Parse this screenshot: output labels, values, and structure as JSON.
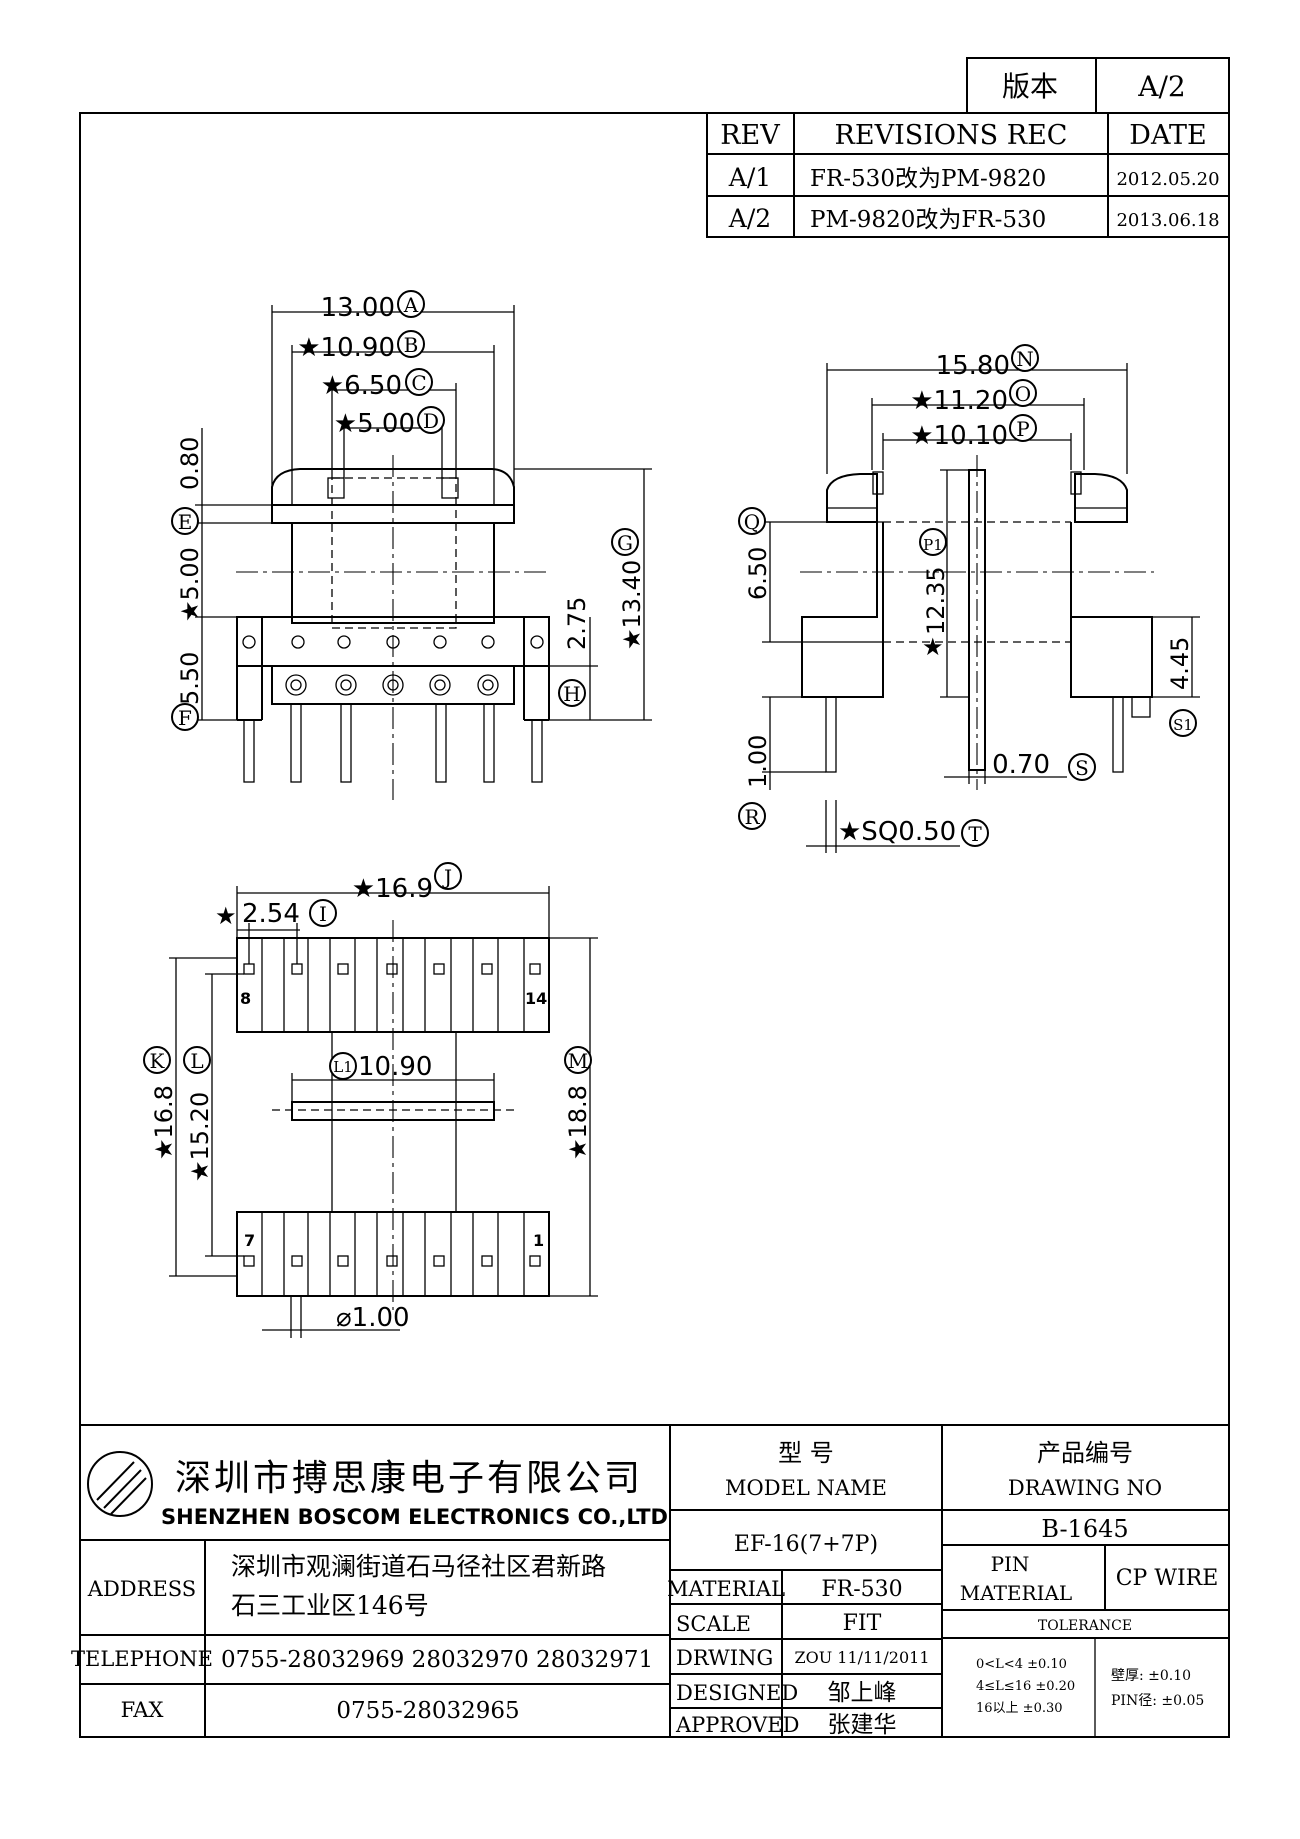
{
  "version_box": {
    "label": "版本",
    "value": "A/2"
  },
  "revisions": {
    "headers": [
      "REV",
      "REVISIONS REC",
      "DATE"
    ],
    "rows": [
      {
        "rev": "A/1",
        "rec": "FR-530改为PM-9820",
        "date": "2012.05.20"
      },
      {
        "rev": "A/2",
        "rec": "PM-9820改为FR-530",
        "date": "2013.06.18"
      }
    ]
  },
  "front_view": {
    "dims": {
      "A": "13.00",
      "B": "★10.90",
      "C": "★6.50",
      "D": "★5.00",
      "E_val": "0.80",
      "E_star": "★5.00",
      "F_val": "5.50",
      "G": "★13.40",
      "H": "2.75"
    },
    "labels": [
      "A",
      "B",
      "C",
      "D",
      "E",
      "F",
      "G",
      "H"
    ]
  },
  "side_view": {
    "dims": {
      "N": "15.80",
      "O": "★11.20",
      "P": "★10.10",
      "Q": "6.50",
      "P1": "12.35",
      "P1_star": "★",
      "S1": "4.45",
      "S": "0.70",
      "R": "1.00",
      "T": "★SQ0.50"
    },
    "labels": [
      "N",
      "O",
      "P",
      "Q",
      "P1",
      "S1",
      "S",
      "R",
      "T"
    ]
  },
  "bottom_view": {
    "dims": {
      "J": "★16.9",
      "I": "2.54",
      "I_star": "★",
      "L1": "10.90",
      "K": "★16.8",
      "L": "★15.20",
      "M": "★18.8",
      "dia": "⌀1.00"
    },
    "pin_numbers": {
      "tl": "8",
      "tr": "14",
      "bl": "7",
      "br": "1"
    },
    "labels": [
      "J",
      "I",
      "L1",
      "K",
      "L",
      "M"
    ]
  },
  "title_block": {
    "company_cn": "深圳市搏思康电子有限公司",
    "company_en": "SHENZHEN BOSCOM ELECTRONICS CO.,LTD",
    "model_cn": "型    号",
    "model_en": "MODEL NAME",
    "model_value": "EF-16(7+7P)",
    "drawing_cn": "产品编号",
    "drawing_en": "DRAWING NO",
    "drawing_value": "B-1645",
    "address_label": "ADDRESS",
    "address_line1": "深圳市观澜街道石马径社区君新路",
    "address_line2": "石三工业区146号",
    "telephone_label": "TELEPHONE",
    "telephone_value": "0755-28032969 28032970 28032971",
    "fax_label": "FAX",
    "fax_value": "0755-28032965",
    "material_label": "MATERIAL",
    "material_value": "FR-530",
    "scale_label": "SCALE",
    "scale_value": "FIT",
    "drwing_label": "DRWING",
    "drwing_value": "ZOU 11/11/2011",
    "designed_label": "DESIGNED",
    "designed_value": "邹上峰",
    "approved_label": "APPROVED",
    "approved_value": "张建华",
    "pin_material_l1": "PIN",
    "pin_material_l2": "MATERIAL",
    "pin_material_value": "CP WIRE",
    "tolerance_label": "TOLERANCE",
    "tol_1": "0<L<4    ±0.10",
    "tol_2": "4≤L≤16  ±0.20",
    "tol_3": "16以上     ±0.30",
    "wall": "壁厚:  ±0.10",
    "pin_dia": "PIN径:  ±0.05"
  }
}
